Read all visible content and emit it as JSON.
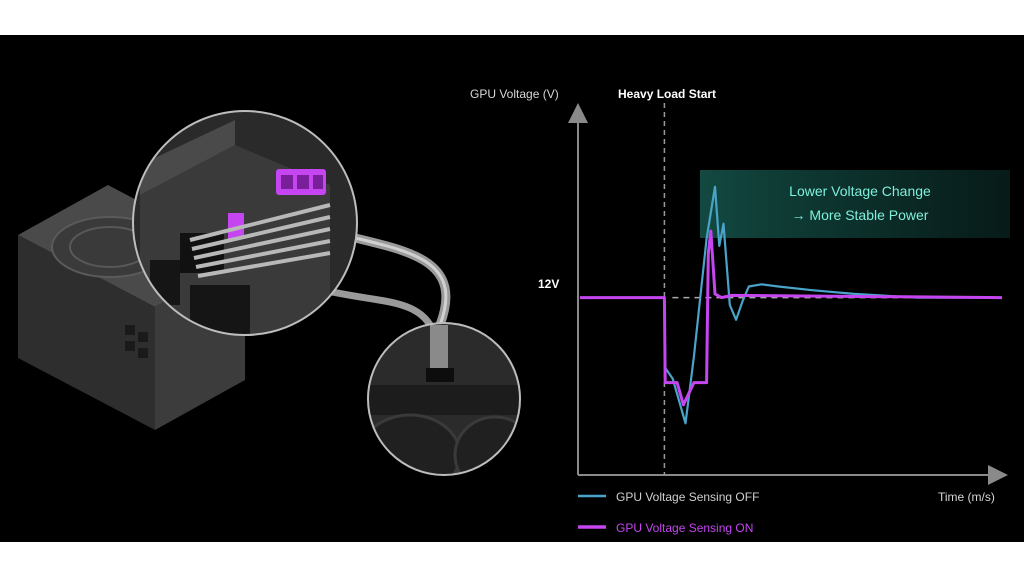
{
  "chart_data": {
    "type": "line",
    "ylabel": "GPU Voltage (V)",
    "xlabel": "Time (m/s)",
    "y_reference": {
      "label": "12V",
      "value": 12
    },
    "event_marker": {
      "label": "Heavy Load Start",
      "x": 2.0
    },
    "callout": {
      "line1": "Lower Voltage Change",
      "line2": "→ More Stable Power"
    },
    "xlim": [
      0,
      10
    ],
    "ylim": [
      9.6,
      14.2
    ],
    "grid": false,
    "legend_position": "bottom-left",
    "series": [
      {
        "name": "GPU Voltage Sensing OFF",
        "color": "#4aa3c8",
        "x": [
          0,
          2.0,
          2.02,
          2.2,
          2.5,
          2.7,
          3.0,
          3.2,
          3.3,
          3.4,
          3.55,
          3.7,
          3.85,
          4.0,
          4.3,
          4.7,
          5.5,
          6.5,
          8.0,
          10.0
        ],
        "y": [
          12,
          12,
          11.05,
          10.9,
          10.3,
          11.2,
          12.8,
          13.5,
          12.7,
          13.0,
          11.9,
          11.7,
          11.95,
          12.15,
          12.18,
          12.15,
          12.1,
          12.05,
          12,
          12
        ]
      },
      {
        "name": "GPU Voltage Sensing ON",
        "color": "#c545f0",
        "x": [
          0,
          2.0,
          2.02,
          2.3,
          2.45,
          2.7,
          3.0,
          3.04,
          3.1,
          3.2,
          3.35,
          3.6,
          10.0
        ],
        "y": [
          12,
          12,
          10.85,
          10.85,
          10.55,
          10.85,
          10.85,
          12.6,
          12.9,
          12.05,
          12.0,
          12.03,
          12.0
        ]
      }
    ]
  },
  "colors": {
    "background": "#000000",
    "axis": "#8a8a8a",
    "sensing_off": "#4aa3c8",
    "sensing_on": "#c545f0",
    "callout_fill": "#0e3b36",
    "callout_text": "#7ff0dc"
  }
}
